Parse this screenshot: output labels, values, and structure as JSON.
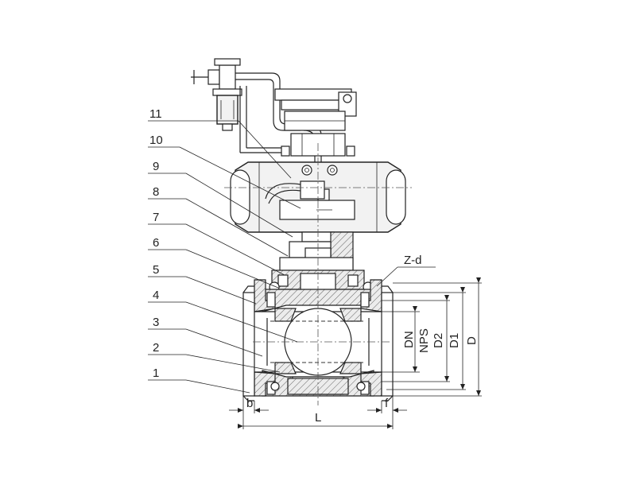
{
  "part_numbers": [
    "1",
    "2",
    "3",
    "4",
    "5",
    "6",
    "7",
    "8",
    "9",
    "10",
    "11"
  ],
  "dimensions": {
    "zd": "Z-d",
    "dn": "DN",
    "nps": "NPS",
    "d2": "D2",
    "d1": "D1",
    "d": "D",
    "b": "b",
    "l": "L",
    "f": "f"
  },
  "colors": {
    "line": "#222222",
    "background": "#ffffff"
  }
}
